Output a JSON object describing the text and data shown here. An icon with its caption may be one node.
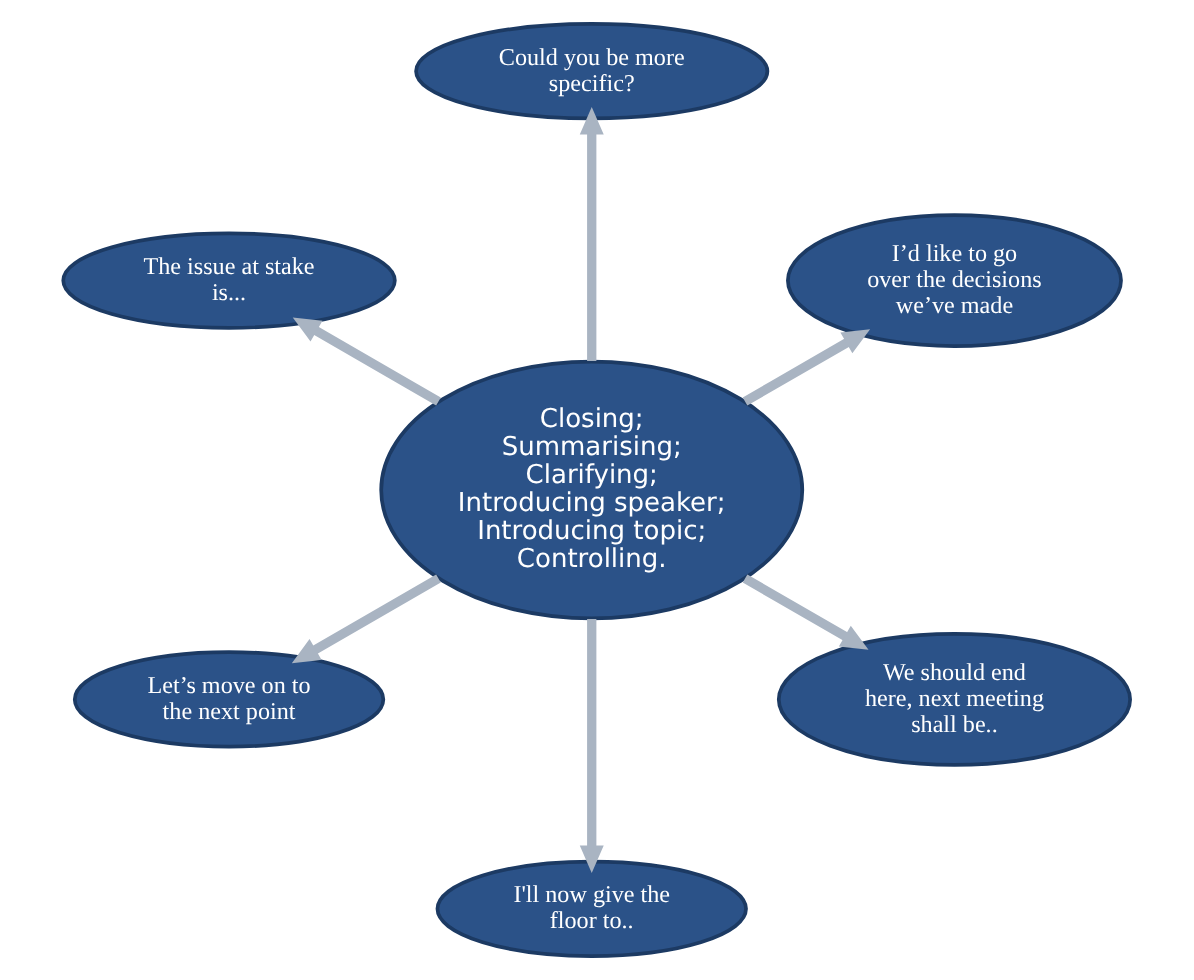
{
  "diagram": {
    "nodes": [
      {
        "text": [
          "Closing; Summarising; Clarifying; Introducing speaker; Introducing topic; Controlling."
        ]
      },
      {
        "text": [
          "I’d like to go over the decisions we’ve made"
        ]
      },
      {
        "text": [
          "Could you be more specific?"
        ]
      },
      {
        "text": [
          "The issue at stake is..."
        ]
      },
      {
        "text": [
          "Let’s move on to the next point"
        ]
      },
      {
        "text": [
          "I'll now give the floor to.."
        ]
      },
      {
        "text": [
          "We should end here, next meeting shall be.."
        ]
      }
    ],
    "edges": [
      {
        "from": 0,
        "to": 1,
        "arrow": "to"
      },
      {
        "from": 0,
        "to": 2,
        "arrow": "to"
      },
      {
        "from": 0,
        "to": 3,
        "arrow": "to"
      },
      {
        "from": 0,
        "to": 4,
        "arrow": "to"
      },
      {
        "from": 0,
        "to": 5,
        "arrow": "to"
      },
      {
        "from": 0,
        "to": 6,
        "arrow": "to"
      }
    ]
  }
}
